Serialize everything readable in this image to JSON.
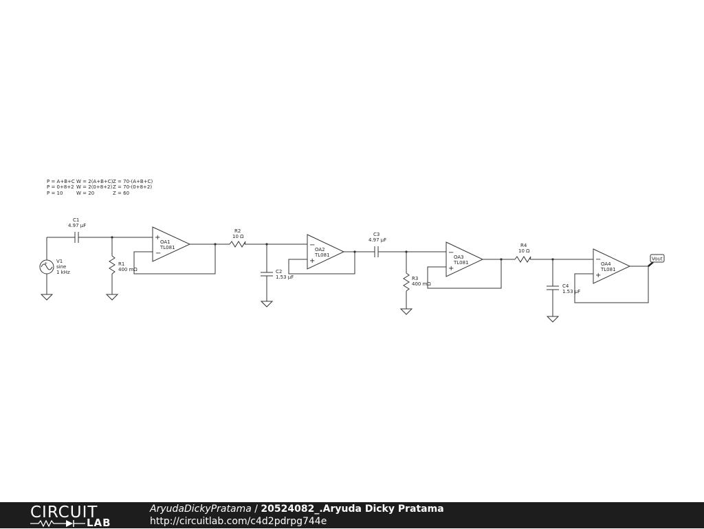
{
  "equations": {
    "row1": {
      "p": "P = A+B+C",
      "w": "W = 2(A+B+C)",
      "z": "Z = 70-(A+B+C)"
    },
    "row2": {
      "p": "P = 0+8+2",
      "w": "W = 2(0+8+2)",
      "z": "Z = 70-(0+8+2)"
    },
    "row3": {
      "p": "P = 10",
      "w": "W = 20",
      "z": "Z = 60"
    }
  },
  "components": {
    "v1": {
      "name": "V1",
      "type": "sine",
      "freq": "1 kHz"
    },
    "c1": {
      "name": "C1",
      "value": "4.97 µF"
    },
    "r1": {
      "name": "R1",
      "value": "400 mΩ"
    },
    "oa1": {
      "name": "OA1",
      "part": "TL081"
    },
    "r2": {
      "name": "R2",
      "value": "10 Ω"
    },
    "c2": {
      "name": "C2",
      "value": "1.53 µF"
    },
    "oa2": {
      "name": "OA2",
      "part": "TL081"
    },
    "c3": {
      "name": "C3",
      "value": "4.97 µF"
    },
    "r3": {
      "name": "R3",
      "value": "400 mΩ"
    },
    "oa3": {
      "name": "OA3",
      "part": "TL081"
    },
    "r4": {
      "name": "R4",
      "value": "10 Ω"
    },
    "c4": {
      "name": "C4",
      "value": "1.53 µF"
    },
    "oa4": {
      "name": "OA4",
      "part": "TL081"
    },
    "vout": {
      "label": "Vout"
    }
  },
  "footer": {
    "logo_top": "CIRCUIT",
    "logo_bottom": "LAB",
    "user": "AryudaDickyPratama",
    "separator": " / ",
    "project": "20524082_.Aryuda Dicky Pratama",
    "url": "http://circuitlab.com/c4d2pdrpg744e"
  }
}
